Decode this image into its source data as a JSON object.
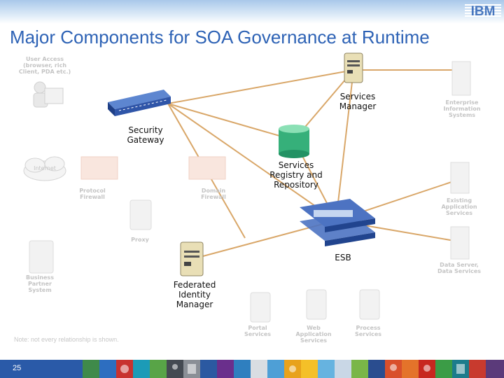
{
  "header": {
    "logo_text": "IBM"
  },
  "title": "Major Components for SOA Governance at Runtime",
  "nodes": {
    "user_access": "User Access\n(browser, rich\nClient, PDA etc.)",
    "services_manager": "Services\nManager",
    "enterprise_info": "Enterprise\nInformation\nSystems",
    "security_gateway": "Security\nGateway",
    "internet": "Internet",
    "services_registry": "Services\nRegistry and\nRepository",
    "protocol_firewall": "Protocol\nFirewall",
    "domain_firewall": "Domain\nFirewall",
    "existing_app": "Existing\nApplication\nServices",
    "proxy": "Proxy",
    "esb": "ESB",
    "data_server": "Data Server,\nData Services",
    "business_partner": "Business\nPartner\nSystem",
    "federated_identity": "Federated\nIdentity\nManager",
    "portal_services": "Portal\nServices",
    "web_app_services": "Web\nApplication\nServices",
    "process_services": "Process\nServices"
  },
  "note": "Note: not every relationship is shown.",
  "footer": {
    "page_number": "25"
  },
  "colors": {
    "title": "#2d62b5",
    "connector": "#d9a769",
    "footer_bar": "#2a5aa8",
    "database": "#36b07a",
    "gateway": "#2f55a8"
  }
}
